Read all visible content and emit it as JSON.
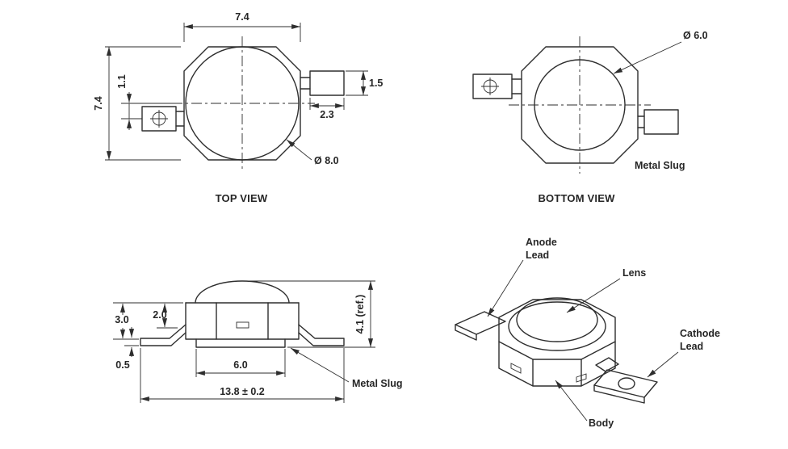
{
  "drawing": {
    "top_view": {
      "title": "TOP VIEW",
      "dims": {
        "width": "7.4",
        "height": "7.4",
        "lead_offset": "1.1",
        "lead_width": "1.5",
        "lead_length": "2.3",
        "body_diameter": "Ø 8.0"
      }
    },
    "bottom_view": {
      "title": "BOTTOM VIEW",
      "dims": {
        "slug_diameter": "Ø 6.0"
      },
      "labels": {
        "metal_slug": "Metal Slug"
      }
    },
    "side_view": {
      "dims": {
        "body_height": "3.0",
        "lens_height": "2.0",
        "lead_thickness": "0.5",
        "slug_width": "6.0",
        "lead_span": "13.8 ± 0.2",
        "total_height": "4.1 (ref.)"
      },
      "labels": {
        "metal_slug": "Metal Slug"
      }
    },
    "iso_view": {
      "labels": {
        "anode_line1": "Anode",
        "anode_line2": "Lead",
        "lens": "Lens",
        "cathode_line1": "Cathode",
        "cathode_line2": "Lead",
        "body": "Body"
      }
    }
  }
}
